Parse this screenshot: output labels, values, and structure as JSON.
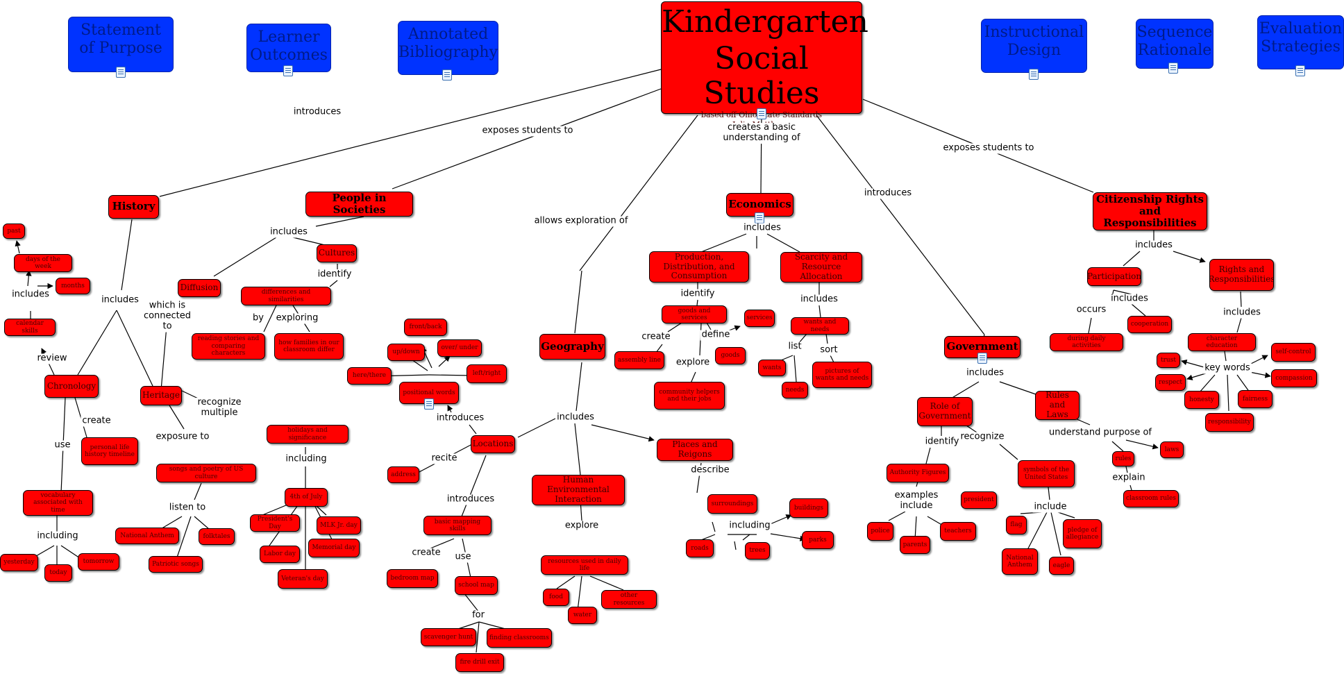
{
  "title": {
    "line1": "Kindergarten",
    "line2": "Social Studies",
    "sub1": "based off Ohio State Standards",
    "sub2": "Julia Matthews"
  },
  "top_links": [
    {
      "text": "Statement of Purpose"
    },
    {
      "text": "Learner Outcomes"
    },
    {
      "text": "Annotated Bibliography"
    },
    {
      "text": "Instructional Design"
    },
    {
      "text": "Sequence Rationale"
    },
    {
      "text": "Evaluation Strategies"
    }
  ],
  "main": {
    "history": "History",
    "people": "People in Societies",
    "geography": "Geography",
    "economics": "Economics",
    "government": "Government",
    "citizenship": "Citizenship Rights and Responsibilities"
  },
  "history": {
    "chronology": "Chronology",
    "heritage": "Heritage",
    "calendar_skills": "calendar skills",
    "days_of_week": "days of the week",
    "months": "months",
    "past": "past",
    "personal_timeline": "personal life history timeline",
    "vocabulary": "vocabulary associated with time",
    "yesterday": "yesterday",
    "today": "today",
    "tomorrow": "tomorrow",
    "holidays": "holidays and significance",
    "fourth_july": "4th of July",
    "presidents_day": "President's Day",
    "labor_day": "Labor day",
    "mlk_day": "MLK Jr. day",
    "memorial_day": "Memorial day",
    "veterans_day": "Veteran's day",
    "songs_poetry": "songs and poetry of US culture",
    "national_anthem": "National Anthem",
    "folktales": "folktales",
    "patriotic_songs": "Patriotic songs"
  },
  "people": {
    "diffusion": "Diffusion",
    "cultures": "Cultures",
    "differences": "differences and similarities",
    "reading_stories": "reading stories and comparing characters",
    "how_families": "how families in our classroom differ"
  },
  "geography": {
    "locations": "Locations",
    "positional_words": "positional words",
    "front_back": "front/back",
    "up_down": "up/down",
    "over_under": "over/ under",
    "here_there": "here/there",
    "left_right": "left/right",
    "address": "address",
    "basic_mapping": "basic mapping skills",
    "bedroom_map": "bedroom map",
    "school_map": "school map",
    "scavenger_hunt": "scavenger hunt",
    "finding_classrooms": "finding classrooms",
    "fire_drill": "fire drill exit",
    "human_env": "Human Environmental Interaction",
    "resources_daily": "resources used in daily life",
    "food": "food",
    "water": "water",
    "other_resources": "other resources",
    "places_regions": "Places and Reigons",
    "surroundings": "surroundings",
    "buildings": "buildings",
    "roads": "roads",
    "trees": "trees",
    "parks": "parks"
  },
  "economics": {
    "production": "Production, Distribution, and Consumption",
    "scarcity": "Scarcity and Resource Allocation",
    "goods_services": "goods and services",
    "services": "services",
    "goods": "goods",
    "assembly_line": "assembly line",
    "community_helpers": "community helpers and their jobs",
    "wants_needs": "wants and needs",
    "wants": "wants",
    "needs": "needs",
    "pictures_wants": "pictures of wants and needs"
  },
  "government": {
    "role": "Role of Government",
    "rules_laws": "Rules and Laws",
    "authority": "Authority Figures",
    "president": "president",
    "police": "police",
    "parents": "parents",
    "teachers": "teachers",
    "symbols": "symbols of the United States",
    "flag": "flag",
    "national_anthem": "National Anthem",
    "eagle": "eagle",
    "pledge": "pledge of allegiance",
    "laws": "laws",
    "rules": "rules",
    "classroom_rules": "classroom rules"
  },
  "citizenship": {
    "participation": "Participation",
    "rights_resp": "Rights and Responsibilities",
    "daily_activities": "during daily activities",
    "cooperation": "cooperation",
    "character_ed": "character education",
    "trust": "trust",
    "respect": "respect",
    "honesty": "honesty",
    "responsibility": "responsibility",
    "fairness": "fairness",
    "self_control": "self-control",
    "compassion": "compassion"
  },
  "labels": {
    "introduces": "introduces",
    "exposes_students_to": "exposes students to",
    "allows_exploration_of": "allows exploration of",
    "creates_basic_understanding": "creates a basic understanding of",
    "includes": "includes",
    "review": "review",
    "create": "create",
    "use": "use",
    "including": "including",
    "which_is_connected_to": "which is connected to",
    "recognize_multiple": "recognize multiple",
    "exposure_to": "exposure to",
    "listen_to": "listen to",
    "identify": "identify",
    "by": "by",
    "exploring": "exploring",
    "recite": "recite",
    "for": "for",
    "explore": "explore",
    "describe": "describe",
    "define": "define",
    "list": "list",
    "sort": "sort",
    "recognize": "recognize",
    "examples_include": "examples include",
    "include": "include",
    "understand_purpose_of": "understand purpose of",
    "explain": "explain",
    "occurs": "occurs",
    "key_words": "key words"
  },
  "colors": {
    "concept_fill": "#ff0000",
    "link_fill": "#0033ff",
    "line": "#000000"
  },
  "icons": [
    "document-icon"
  ]
}
